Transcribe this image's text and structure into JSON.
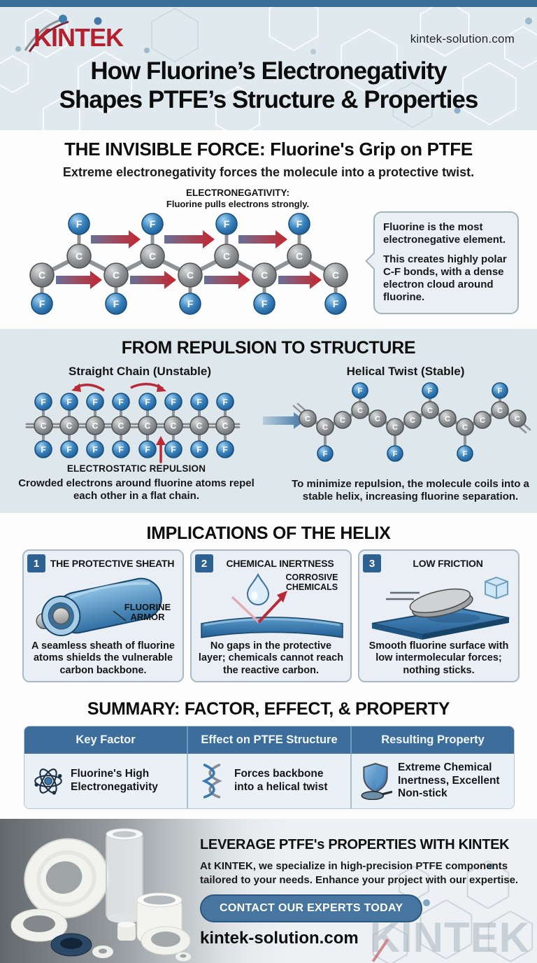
{
  "colors": {
    "accent_blue": "#3a6d98",
    "logo_red": "#b51f2e",
    "atom_blue": "#2f7ab8",
    "atom_gray": "#8e9193",
    "arrow_red": "#c22733",
    "table_header_blue": "#3c6d9b",
    "button_blue": "#46759f"
  },
  "atoms": {
    "carbon": "C",
    "fluorine": "F"
  },
  "header": {
    "brand": "KINTEK",
    "website": "kintek-solution.com",
    "title_line1": "How Fluorine’s Electronegativity",
    "title_line2": "Shapes PTFE’s Structure & Properties"
  },
  "section_force": {
    "heading": "THE INVISIBLE FORCE: Fluorine's Grip on PTFE",
    "subheading": "Extreme electronegativity forces the molecule into a protective twist.",
    "label_title": "ELECTRONEGATIVITY:",
    "label_sub": "Fluorine pulls electrons strongly.",
    "callout_p1": "Fluorine is the most electronegative element.",
    "callout_p2": "This creates highly polar C-F bonds, with a dense electron cloud around fluorine."
  },
  "section_repulsion": {
    "heading": "FROM REPULSION TO STRUCTURE",
    "left_label": "Straight Chain (Unstable)",
    "right_label": "Helical Twist (Stable)",
    "repulsion_label": "ELECTROSTATIC REPULSION",
    "left_caption": "Crowded electrons around fluorine atoms repel each other in a flat chain.",
    "right_caption": "To minimize repulsion, the molecule coils into a stable helix, increasing fluorine separation."
  },
  "section_implications": {
    "heading": "IMPLICATIONS OF THE HELIX",
    "cards": [
      {
        "number": "1",
        "title": "THE PROTECTIVE SHEATH",
        "annotation": "FLUORINE ARMOR",
        "caption": "A seamless sheath of fluorine atoms shields the vulnerable carbon backbone."
      },
      {
        "number": "2",
        "title": "CHEMICAL INERTNESS",
        "annotation": "CORROSIVE CHEMICALS",
        "caption": "No gaps in the protective layer; chemicals cannot reach the reactive carbon."
      },
      {
        "number": "3",
        "title": "LOW FRICTION",
        "annotation": "",
        "caption": "Smooth fluorine surface with low intermolecular forces; nothing sticks."
      }
    ]
  },
  "section_summary": {
    "heading": "SUMMARY: FACTOR, EFFECT, & PROPERTY",
    "columns": [
      "Key Factor",
      "Effect on PTFE Structure",
      "Resulting Property"
    ],
    "row": [
      {
        "icon": "atom-icon",
        "text": "Fluorine's High Electronegativity"
      },
      {
        "icon": "helix-icon",
        "text": "Forces backbone into a helical twist"
      },
      {
        "icon": "shield-pan-icon",
        "text": "Extreme Chemical Inertness, Excellent Non-stick"
      }
    ]
  },
  "footer": {
    "heading": "LEVERAGE PTFE's PROPERTIES WITH KINTEK",
    "body": "At KINTEK, we specialize in high-precision PTFE components tailored to your needs. Enhance your project with our expertise.",
    "cta": "CONTACT OUR EXPERTS TODAY",
    "website": "kintek-solution.com",
    "watermark": "KINTEK"
  }
}
